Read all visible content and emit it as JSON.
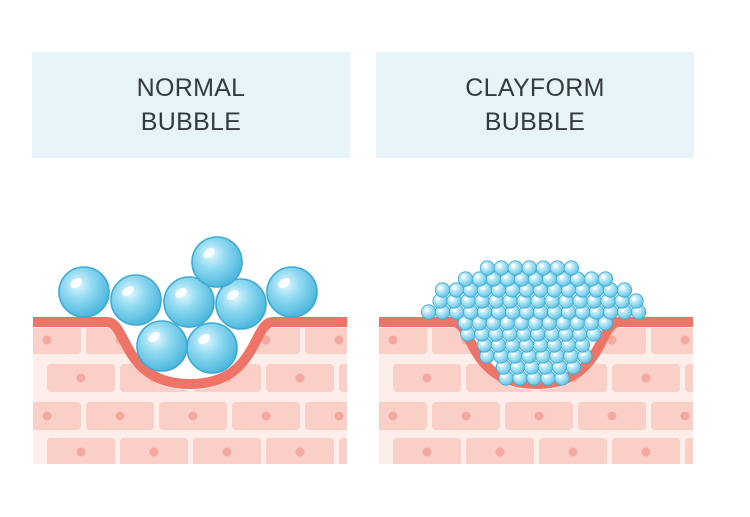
{
  "panels": [
    {
      "title_line1": "NORMAL",
      "title_line2": "BUBBLE",
      "bubble_type": "large",
      "bubble_color": "#6ccbe8"
    },
    {
      "title_line1": "CLAYFORM",
      "title_line2": "BUBBLE",
      "bubble_type": "small",
      "bubble_color": "#8dd6ee"
    }
  ],
  "colors": {
    "label_background": "#e6f4f9",
    "skin_surface": "#ee7468",
    "skin_tissue": "#fdeeea",
    "skin_cell": "#f9cfc8",
    "skin_nucleus": "#f4a9a0",
    "text": "#333a40"
  }
}
